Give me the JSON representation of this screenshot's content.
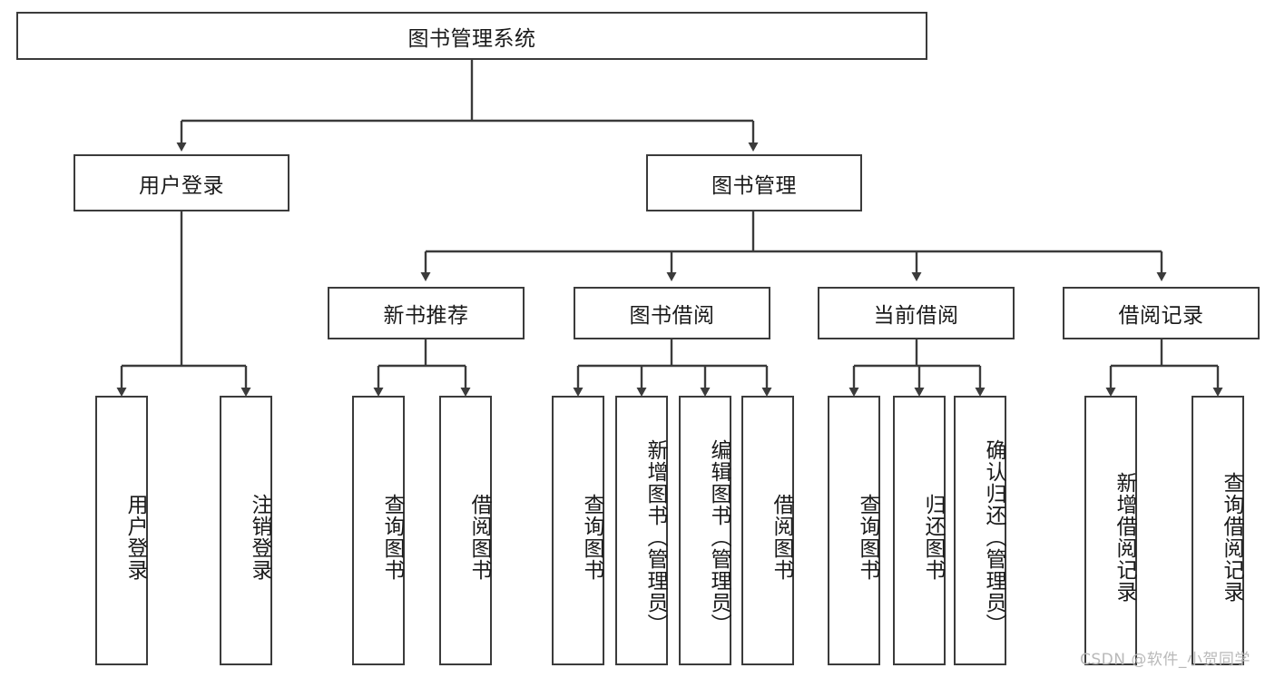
{
  "diagram": {
    "title": "图书管理系统",
    "type": "hierarchy-tree",
    "root": {
      "id": "root",
      "label": "图书管理系统"
    },
    "level2": [
      {
        "id": "user-login",
        "label": "用户登录"
      },
      {
        "id": "book-manage",
        "label": "图书管理"
      }
    ],
    "level3": [
      {
        "id": "new-book-rec",
        "label": "新书推荐",
        "parent": "book-manage"
      },
      {
        "id": "book-borrow",
        "label": "图书借阅",
        "parent": "book-manage"
      },
      {
        "id": "current-borrow",
        "label": "当前借阅",
        "parent": "book-manage"
      },
      {
        "id": "borrow-record",
        "label": "借阅记录",
        "parent": "book-manage"
      }
    ],
    "leaves": [
      {
        "id": "leaf-user-login",
        "label": "用户登录",
        "parent": "user-login"
      },
      {
        "id": "leaf-logout",
        "label": "注销登录",
        "parent": "user-login"
      },
      {
        "id": "leaf-query-book-1",
        "label": "查询图书",
        "parent": "new-book-rec"
      },
      {
        "id": "leaf-borrow-book-1",
        "label": "借阅图书",
        "parent": "new-book-rec"
      },
      {
        "id": "leaf-query-book-2",
        "label": "查询图书",
        "parent": "book-borrow"
      },
      {
        "id": "leaf-add-book",
        "label": "新增图书（管理员）",
        "parent": "book-borrow"
      },
      {
        "id": "leaf-edit-book",
        "label": "编辑图书（管理员）",
        "parent": "book-borrow"
      },
      {
        "id": "leaf-borrow-book-2",
        "label": "借阅图书",
        "parent": "book-borrow"
      },
      {
        "id": "leaf-query-book-3",
        "label": "查询图书",
        "parent": "current-borrow"
      },
      {
        "id": "leaf-return-book",
        "label": "归还图书",
        "parent": "current-borrow"
      },
      {
        "id": "leaf-confirm-return",
        "label": "确认归还（管理员）",
        "parent": "current-borrow"
      },
      {
        "id": "leaf-add-record",
        "label": "新增借阅记录",
        "parent": "borrow-record"
      },
      {
        "id": "leaf-query-record",
        "label": "查询借阅记录",
        "parent": "borrow-record"
      }
    ],
    "colors": {
      "stroke": "#3b3b3b",
      "fill": "#ffffff",
      "text": "#1a1a1a",
      "watermark": "#b9b9b9"
    }
  },
  "watermark": {
    "text": "CSDN @软件_小贺同学"
  }
}
